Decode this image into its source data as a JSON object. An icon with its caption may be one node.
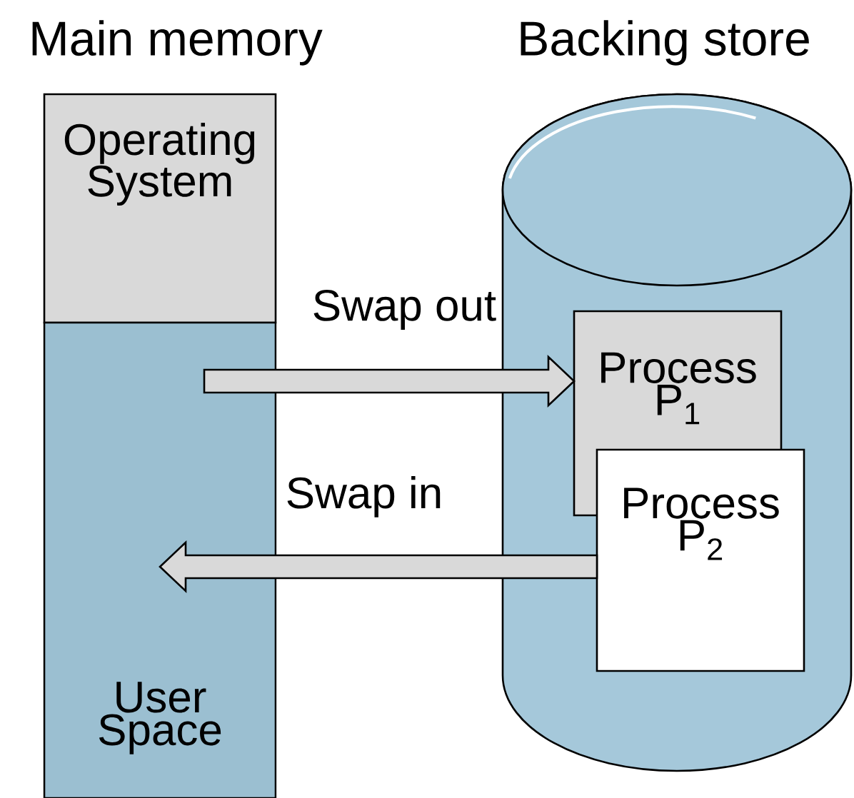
{
  "diagram": {
    "nodes": [
      {
        "text": [
          "Operating System"
        ]
      },
      {
        "text": [
          "User Space"
        ]
      },
      {
        "text": [
          "Backing store"
        ]
      },
      {
        "text": [
          "Process P$_{1}$"
        ],
        "in": 2
      },
      {
        "text": [
          "Process P$_{2}$"
        ],
        "in": 2
      }
    ],
    "edges": [
      {
        "from": 1,
        "to": 3,
        "arrow": "to",
        "label": "Swap out"
      },
      {
        "from": 4,
        "to": 1,
        "arrow": "to",
        "label": "Swap in"
      }
    ],
    "labels": [
      "Main memory"
    ]
  }
}
